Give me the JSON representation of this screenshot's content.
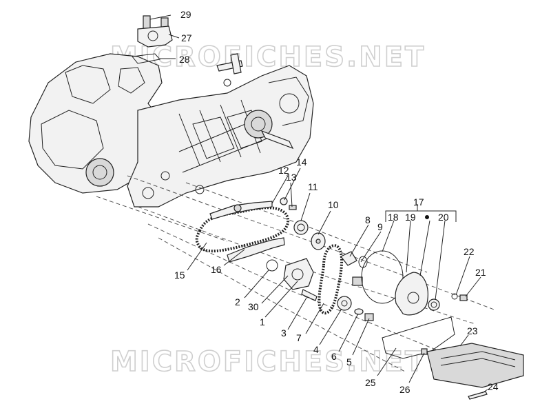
{
  "watermark": "MICROFICHES.NET",
  "callouts": {
    "c29": "29",
    "c27": "27",
    "c28": "28",
    "c12": "12",
    "c14": "14",
    "c13": "13",
    "c11": "11",
    "c10": "10",
    "c15": "15",
    "c16": "16",
    "c2": "2",
    "c30": "30",
    "c1": "1",
    "c3": "3",
    "c7": "7",
    "c4": "4",
    "c8": "8",
    "c9": "9",
    "c17": "17",
    "c18": "18",
    "c19": "19",
    "c20": "20",
    "c22": "22",
    "c21": "21",
    "c23": "23",
    "c6": "6",
    "c5": "5",
    "c25": "25",
    "c26": "26",
    "c24": "24"
  }
}
